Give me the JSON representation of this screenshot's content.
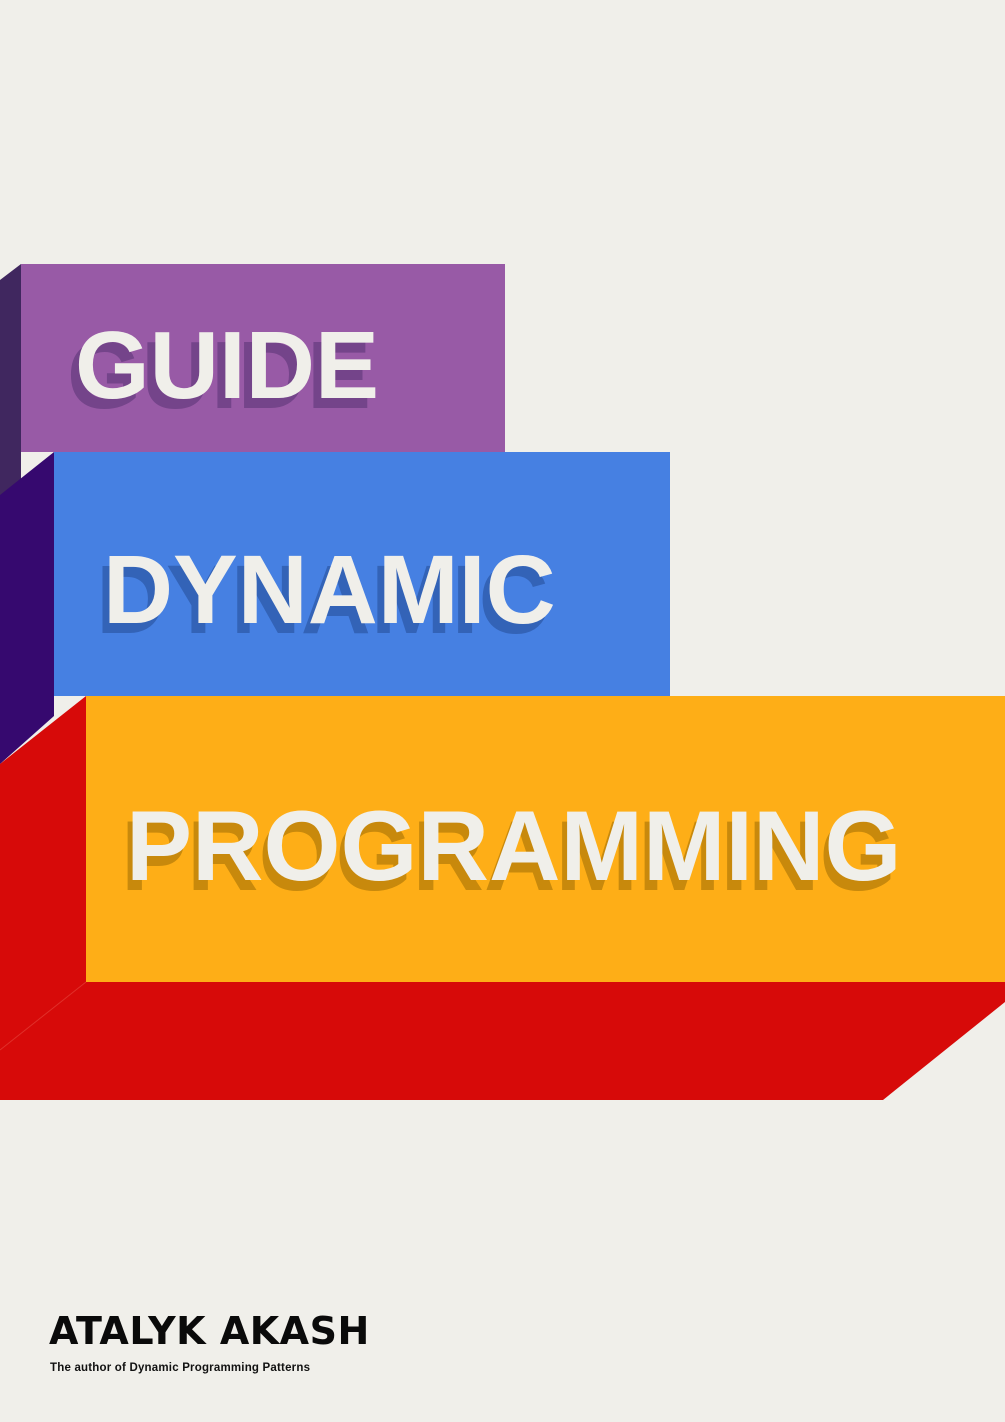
{
  "cover": {
    "title_lines": {
      "line1": "GUIDE",
      "line2": "DYNAMIC",
      "line3": "PROGRAMMING"
    },
    "author": "ATALYK AKASH",
    "author_subtitle": "The author of Dynamic Programming Patterns"
  },
  "colors": {
    "background": "#f0efea",
    "block_guide_front": "#985aa6",
    "block_guide_side": "#40275f",
    "block_dynamic_front": "#4680e2",
    "block_dynamic_side": "#36096f",
    "block_programming_front": "#feae17",
    "block_programming_side": "#d70a09",
    "title_text": "#f0efea",
    "author_text": "#0a0a0a"
  }
}
